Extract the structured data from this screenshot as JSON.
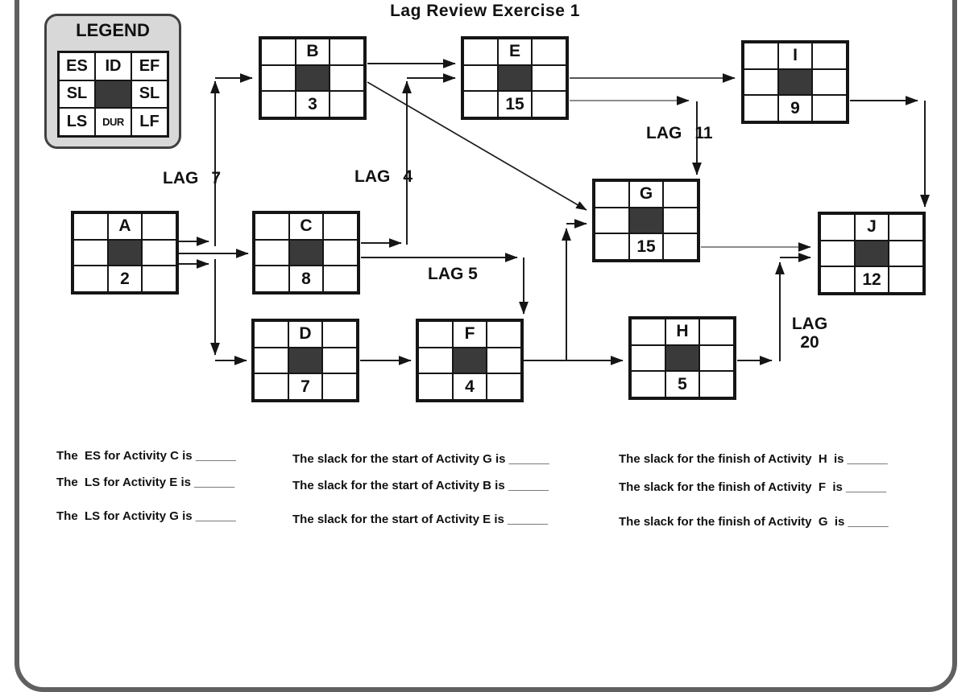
{
  "diagram": {
    "title": "Lag Review Exercise 1",
    "legend": {
      "title": "LEGEND",
      "cells": [
        "ES",
        "ID",
        "EF",
        "SL",
        "",
        "SL",
        "LS",
        "DUR",
        "LF"
      ]
    },
    "nodes": [
      {
        "id": "A",
        "duration": "2"
      },
      {
        "id": "B",
        "duration": "3"
      },
      {
        "id": "C",
        "duration": "8"
      },
      {
        "id": "D",
        "duration": "7"
      },
      {
        "id": "E",
        "duration": "15"
      },
      {
        "id": "F",
        "duration": "4"
      },
      {
        "id": "G",
        "duration": "15"
      },
      {
        "id": "H",
        "duration": "5"
      },
      {
        "id": "I",
        "duration": "9"
      },
      {
        "id": "J",
        "duration": "12"
      }
    ],
    "edges": [
      {
        "from": "A",
        "to": "B",
        "lag": "LAG 7"
      },
      {
        "from": "A",
        "to": "C",
        "lag": ""
      },
      {
        "from": "A",
        "to": "D",
        "lag": ""
      },
      {
        "from": "B",
        "to": "E",
        "lag": ""
      },
      {
        "from": "B",
        "to": "G",
        "lag": ""
      },
      {
        "from": "C",
        "to": "E",
        "lag": "LAG 4"
      },
      {
        "from": "C",
        "to": "F",
        "lag": "LAG 5"
      },
      {
        "from": "D",
        "to": "F",
        "lag": ""
      },
      {
        "from": "E",
        "to": "I",
        "lag": ""
      },
      {
        "from": "E",
        "to": "G",
        "lag": "LAG 11"
      },
      {
        "from": "F",
        "to": "G",
        "lag": ""
      },
      {
        "from": "F",
        "to": "H",
        "lag": ""
      },
      {
        "from": "G",
        "to": "J",
        "lag": ""
      },
      {
        "from": "I",
        "to": "J",
        "lag": ""
      },
      {
        "from": "H",
        "to": "J",
        "lag": "LAG 20"
      }
    ],
    "lags": {
      "lag7": [
        "LAG",
        "7"
      ],
      "lag4": [
        "LAG",
        "4"
      ],
      "lag5": "LAG 5",
      "lag11": [
        "LAG",
        "11"
      ],
      "lag20": [
        "LAG",
        "20"
      ]
    }
  },
  "questions": {
    "q1": "The  ES for Activity C is ______",
    "q2": "The  LS for Activity E is ______",
    "q3": "The  LS for Activity G is ______",
    "q4": "The slack for the start of Activity G is ______",
    "q5": "The slack for the start of Activity B is ______",
    "q6": "The slack for the start of Activity E is ______",
    "q7": "The slack for the finish of Activity  H  is ______",
    "q8": "The slack for the finish of Activity  F  is ______",
    "q9": "The slack for the finish of Activity  G  is ______"
  }
}
